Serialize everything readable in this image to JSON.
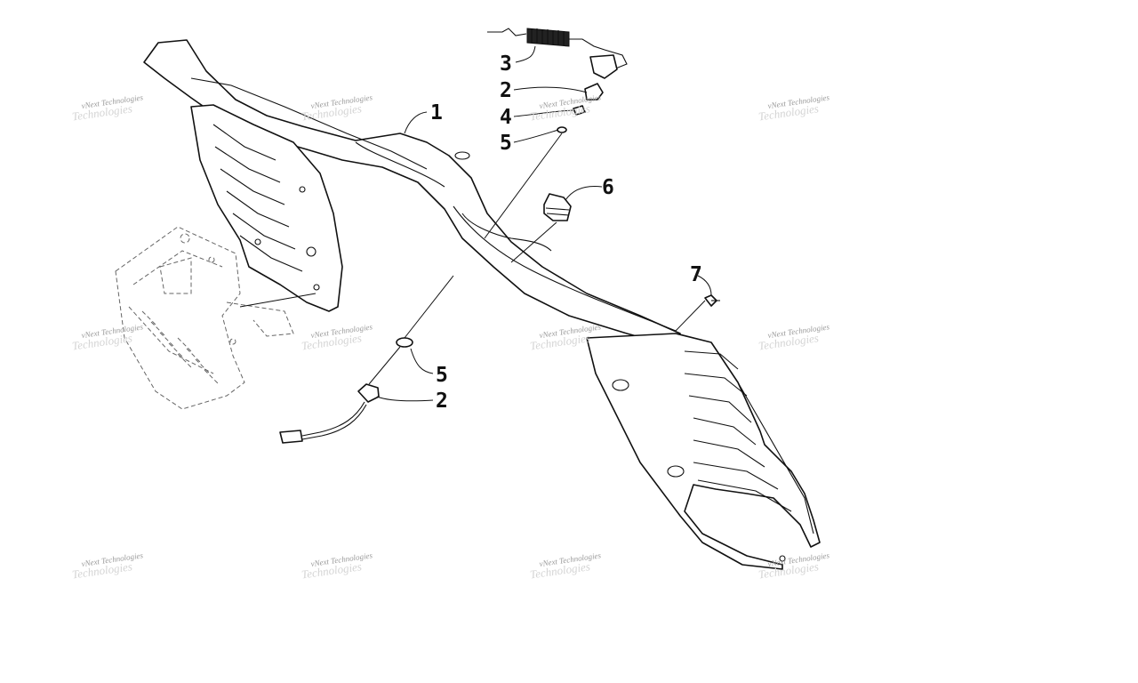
{
  "callouts": [
    {
      "id": "c1",
      "label": "1"
    },
    {
      "id": "c3",
      "label": "3"
    },
    {
      "id": "c2a",
      "label": "2"
    },
    {
      "id": "c4",
      "label": "4"
    },
    {
      "id": "c5a",
      "label": "5"
    },
    {
      "id": "c6",
      "label": "6"
    },
    {
      "id": "c7",
      "label": "7"
    },
    {
      "id": "c5b",
      "label": "5"
    },
    {
      "id": "c2b",
      "label": "2"
    }
  ],
  "watermark": {
    "line1": "vNext Technologies",
    "line2": "Technologies"
  }
}
